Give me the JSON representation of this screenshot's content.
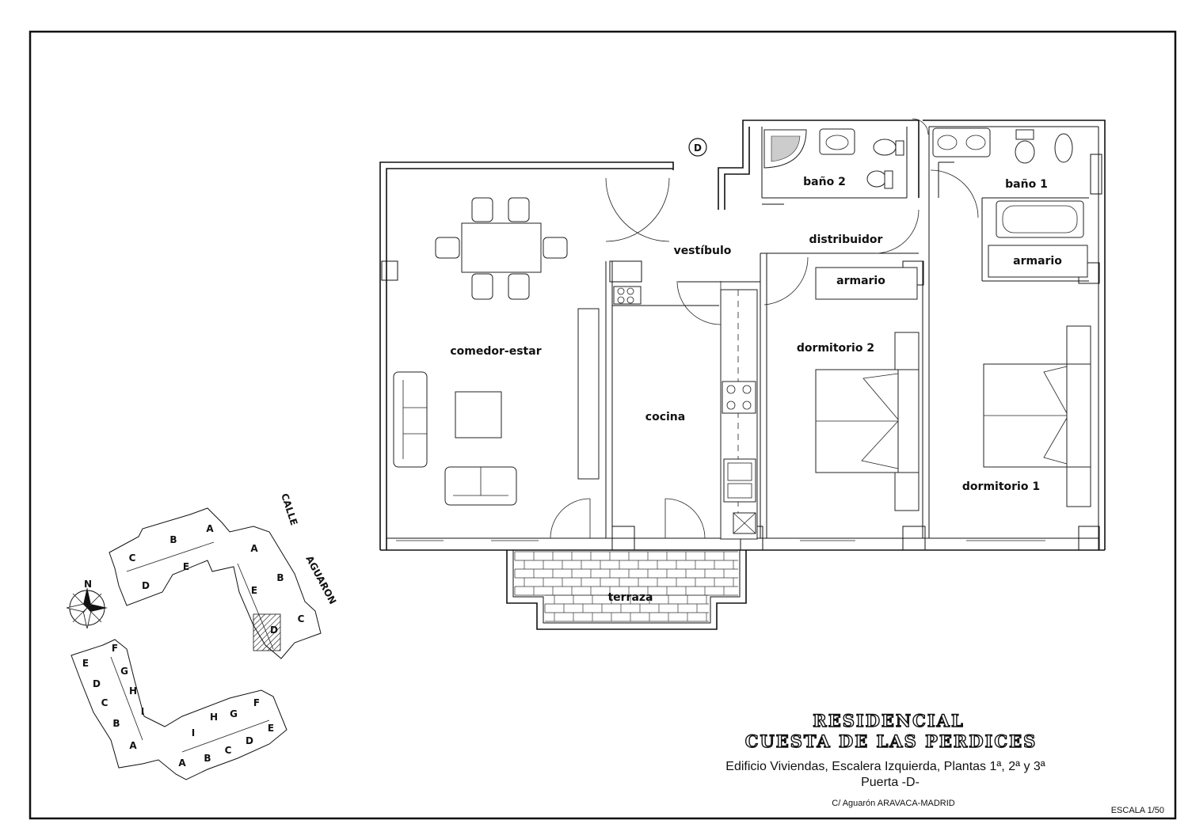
{
  "plan": {
    "door_tag": "D",
    "rooms": {
      "comedor": "comedor-estar",
      "vestibulo": "vestíbulo",
      "cocina": "cocina",
      "distribuidor": "distribuidor",
      "bano2": "baño 2",
      "bano1": "baño 1",
      "armario2": "armario",
      "armario1": "armario",
      "dormitorio2": "dormitorio 2",
      "dormitorio1": "dormitorio 1",
      "terraza": "terraza"
    }
  },
  "site": {
    "north": "N",
    "street_1": "CALLE",
    "street_2": "AGUARON",
    "block_upper": [
      "A",
      "B",
      "C",
      "D",
      "E",
      "A",
      "B",
      "E",
      "D",
      "C"
    ],
    "block_lower": [
      "E",
      "F",
      "D",
      "G",
      "C",
      "H",
      "B",
      "I",
      "A",
      "I",
      "H",
      "G",
      "F",
      "E",
      "A",
      "B",
      "C",
      "D"
    ]
  },
  "title": {
    "line1": "RESIDENCIAL",
    "line2": "CUESTA DE LAS PERDICES",
    "line3": "Edificio Viviendas, Escalera Izquierda, Plantas 1ª, 2ª y 3ª",
    "line4": "Puerta -D-",
    "address": "C/ Aguarón  ARAVACA-MADRID",
    "scale": "ESCALA 1/50"
  }
}
